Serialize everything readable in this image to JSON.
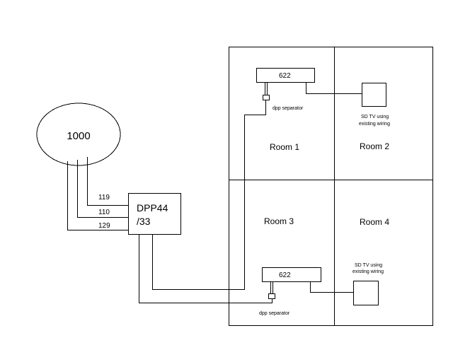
{
  "dish": {
    "label": "1000"
  },
  "switch": {
    "line1": "DPP44",
    "line2": "/33"
  },
  "lnb_ports": [
    "119",
    "110",
    "129"
  ],
  "rooms": {
    "room1": "Room 1",
    "room2": "Room 2",
    "room3": "Room 3",
    "room4": "Room 4"
  },
  "receivers": {
    "top": "622",
    "bottom": "622"
  },
  "separators": {
    "top": "dpp separator",
    "bottom": "dpp separator"
  },
  "tvs": {
    "top": {
      "line1": "SD TV using",
      "line2": "existing wiring"
    },
    "bottom": {
      "line1": "SD TV using",
      "line2": "existing wiring"
    }
  }
}
